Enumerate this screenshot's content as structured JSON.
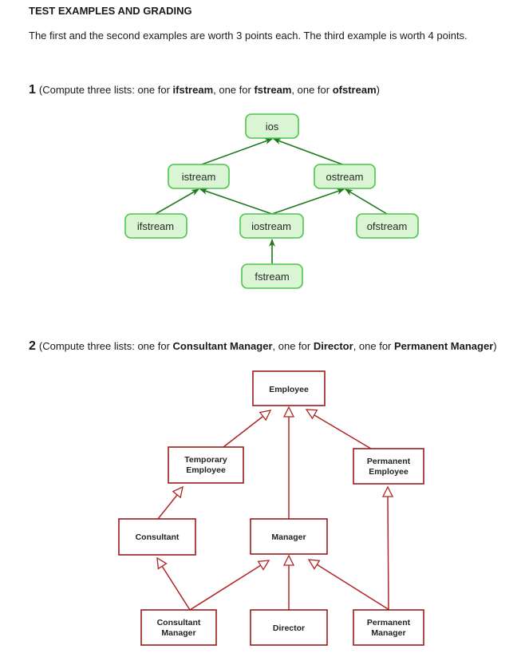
{
  "doc": {
    "title": "TEST EXAMPLES AND GRADING",
    "intro": "The first and the second examples are worth 3 points each. The third example is worth 4 points."
  },
  "example1": {
    "number": "1",
    "p1": "(Compute three lists: one for ",
    "b1": "ifstream",
    "p2": ", one for ",
    "b2": "fstream",
    "p3": ", one for ",
    "b3": "ofstream",
    "p4": ")",
    "nodes": {
      "ios": "ios",
      "istream": "istream",
      "ostream": "ostream",
      "ifstream": "ifstream",
      "iostream": "iostream",
      "ofstream": "ofstream",
      "fstream": "fstream"
    }
  },
  "example2": {
    "number": "2",
    "p1": "(Compute three lists: one for ",
    "b1": "Consultant Manager",
    "p2": ", one for ",
    "b2": "Director",
    "p3": ", one for ",
    "b3": "Permanent Manager",
    "p4": ")",
    "nodes": {
      "employee": "Employee",
      "temporary_1": "Temporary",
      "temporary_2": "Employee",
      "permanent_emp_1": "Permanent",
      "permanent_emp_2": "Employee",
      "consultant": "Consultant",
      "manager": "Manager",
      "consultant_mgr_1": "Consultant",
      "consultant_mgr_2": "Manager",
      "director": "Director",
      "permanent_mgr_1": "Permanent",
      "permanent_mgr_2": "Manager"
    }
  }
}
